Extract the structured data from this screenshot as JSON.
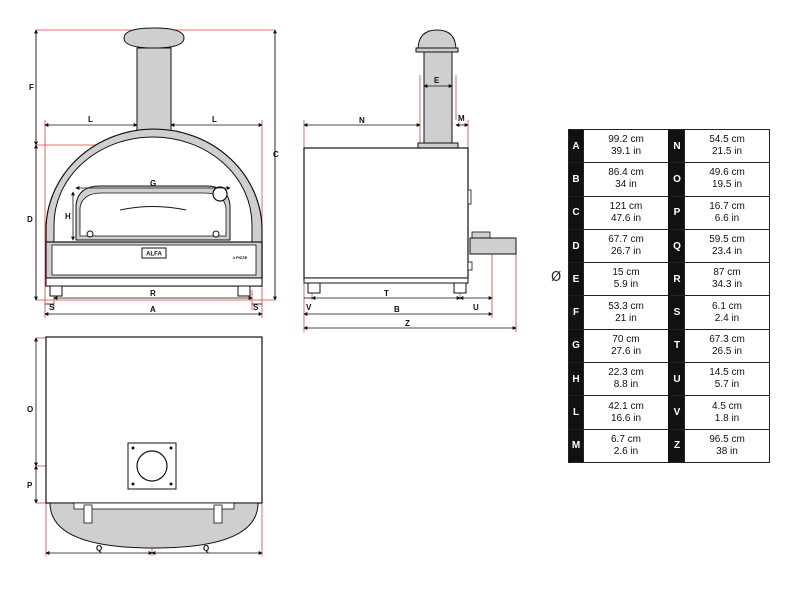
{
  "labels": {
    "front": {
      "F": "F",
      "L1": "L",
      "L2": "L",
      "C": "C",
      "D": "D",
      "G": "G",
      "H": "H",
      "R": "R",
      "S1": "S",
      "S2": "S",
      "A": "A"
    },
    "side": {
      "N": "N",
      "E": "E",
      "M": "M",
      "V": "V",
      "T": "T",
      "U": "U",
      "B": "B",
      "Z": "Z"
    },
    "top": {
      "O": "O",
      "P": "P",
      "Q1": "Q",
      "Q2": "Q"
    }
  },
  "logo_text": "ALFA",
  "model_text": "4 PIZZE",
  "diameter_symbol": "Ø",
  "table": [
    {
      "l": {
        "letter": "A",
        "cm": "99.2 cm",
        "in": "39.1 in"
      },
      "r": {
        "letter": "N",
        "cm": "54.5 cm",
        "in": "21.5 in"
      }
    },
    {
      "l": {
        "letter": "B",
        "cm": "86.4 cm",
        "in": "34 in"
      },
      "r": {
        "letter": "O",
        "cm": "49.6 cm",
        "in": "19.5 in"
      }
    },
    {
      "l": {
        "letter": "C",
        "cm": "121 cm",
        "in": "47.6 in"
      },
      "r": {
        "letter": "P",
        "cm": "16.7 cm",
        "in": "6.6 in"
      }
    },
    {
      "l": {
        "letter": "D",
        "cm": "67.7 cm",
        "in": "26.7 in"
      },
      "r": {
        "letter": "Q",
        "cm": "59.5 cm",
        "in": "23.4 in"
      }
    },
    {
      "l": {
        "letter": "E",
        "cm": "15 cm",
        "in": "5.9 in"
      },
      "r": {
        "letter": "R",
        "cm": "87 cm",
        "in": "34.3 in"
      }
    },
    {
      "l": {
        "letter": "F",
        "cm": "53.3 cm",
        "in": "21 in"
      },
      "r": {
        "letter": "S",
        "cm": "6.1 cm",
        "in": "2.4 in"
      }
    },
    {
      "l": {
        "letter": "G",
        "cm": "70 cm",
        "in": "27.6 in"
      },
      "r": {
        "letter": "T",
        "cm": "67.3 cm",
        "in": "26.5 in"
      }
    },
    {
      "l": {
        "letter": "H",
        "cm": "22.3 cm",
        "in": "8.8 in"
      },
      "r": {
        "letter": "U",
        "cm": "14.5 cm",
        "in": "5.7 in"
      }
    },
    {
      "l": {
        "letter": "L",
        "cm": "42.1 cm",
        "in": "16.6 in"
      },
      "r": {
        "letter": "V",
        "cm": "4.5 cm",
        "in": "1.8 in"
      }
    },
    {
      "l": {
        "letter": "M",
        "cm": "6.7 cm",
        "in": "2.6 in"
      },
      "r": {
        "letter": "Z",
        "cm": "96.5 cm",
        "in": "38 in"
      }
    }
  ],
  "colors": {
    "dimension_line": "#e04040",
    "outline": "#111111",
    "fill": "#cfcfcf",
    "table_letter_bg": "#111111"
  }
}
